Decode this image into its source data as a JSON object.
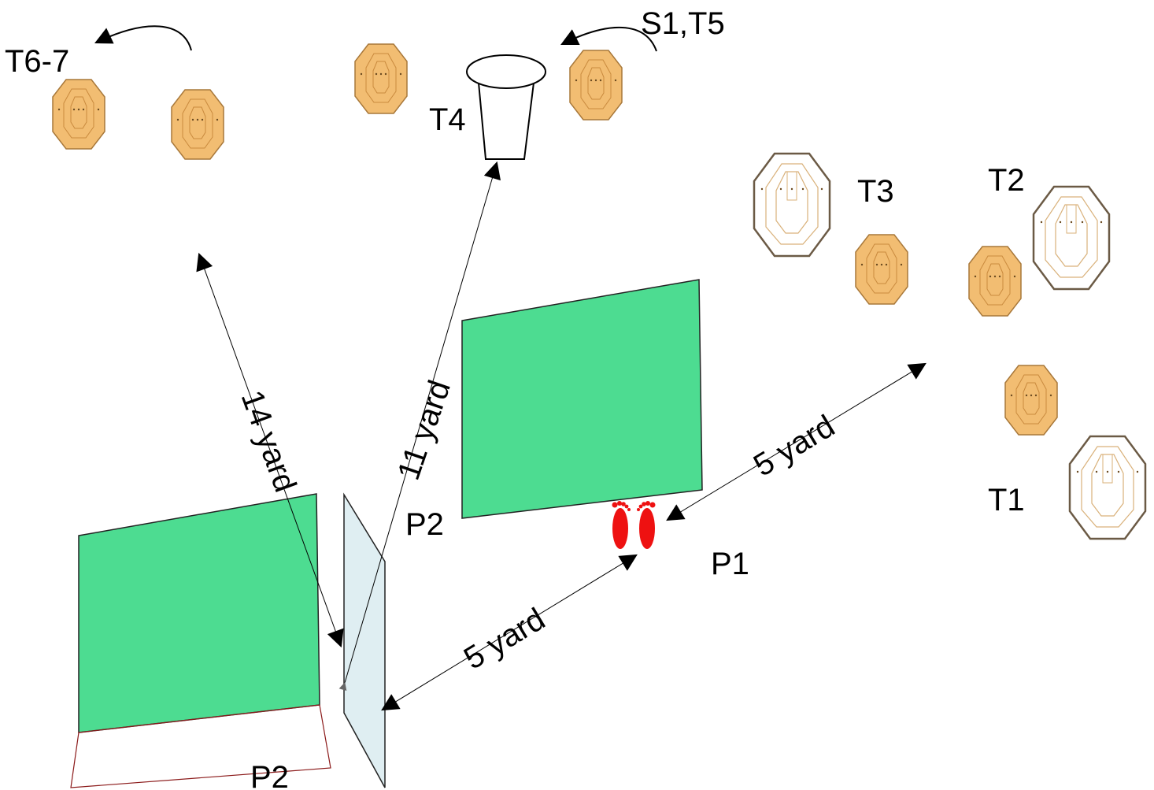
{
  "labels": {
    "t6_7": "T6-7",
    "s1_t5": "S1,T5",
    "t4": "T4",
    "t3": "T3",
    "t2": "T2",
    "t1": "T1",
    "p1": "P1",
    "p2_upper": "P2",
    "p2_lower": "P2"
  },
  "distances": {
    "d14": "14 yard",
    "d11": "11 yard",
    "d5_right": "5 yard",
    "d5_lower": "5 yard"
  },
  "colors": {
    "wall": "#4ddc91",
    "target_steel": "#f2bd72",
    "target_edge": "#a8783a",
    "paper_edge": "#6b5a45",
    "paper_rings": "#d9b17a",
    "glass": "#dfeef2",
    "feet": "#ee1111",
    "fault_line": "#8b1a1a"
  }
}
